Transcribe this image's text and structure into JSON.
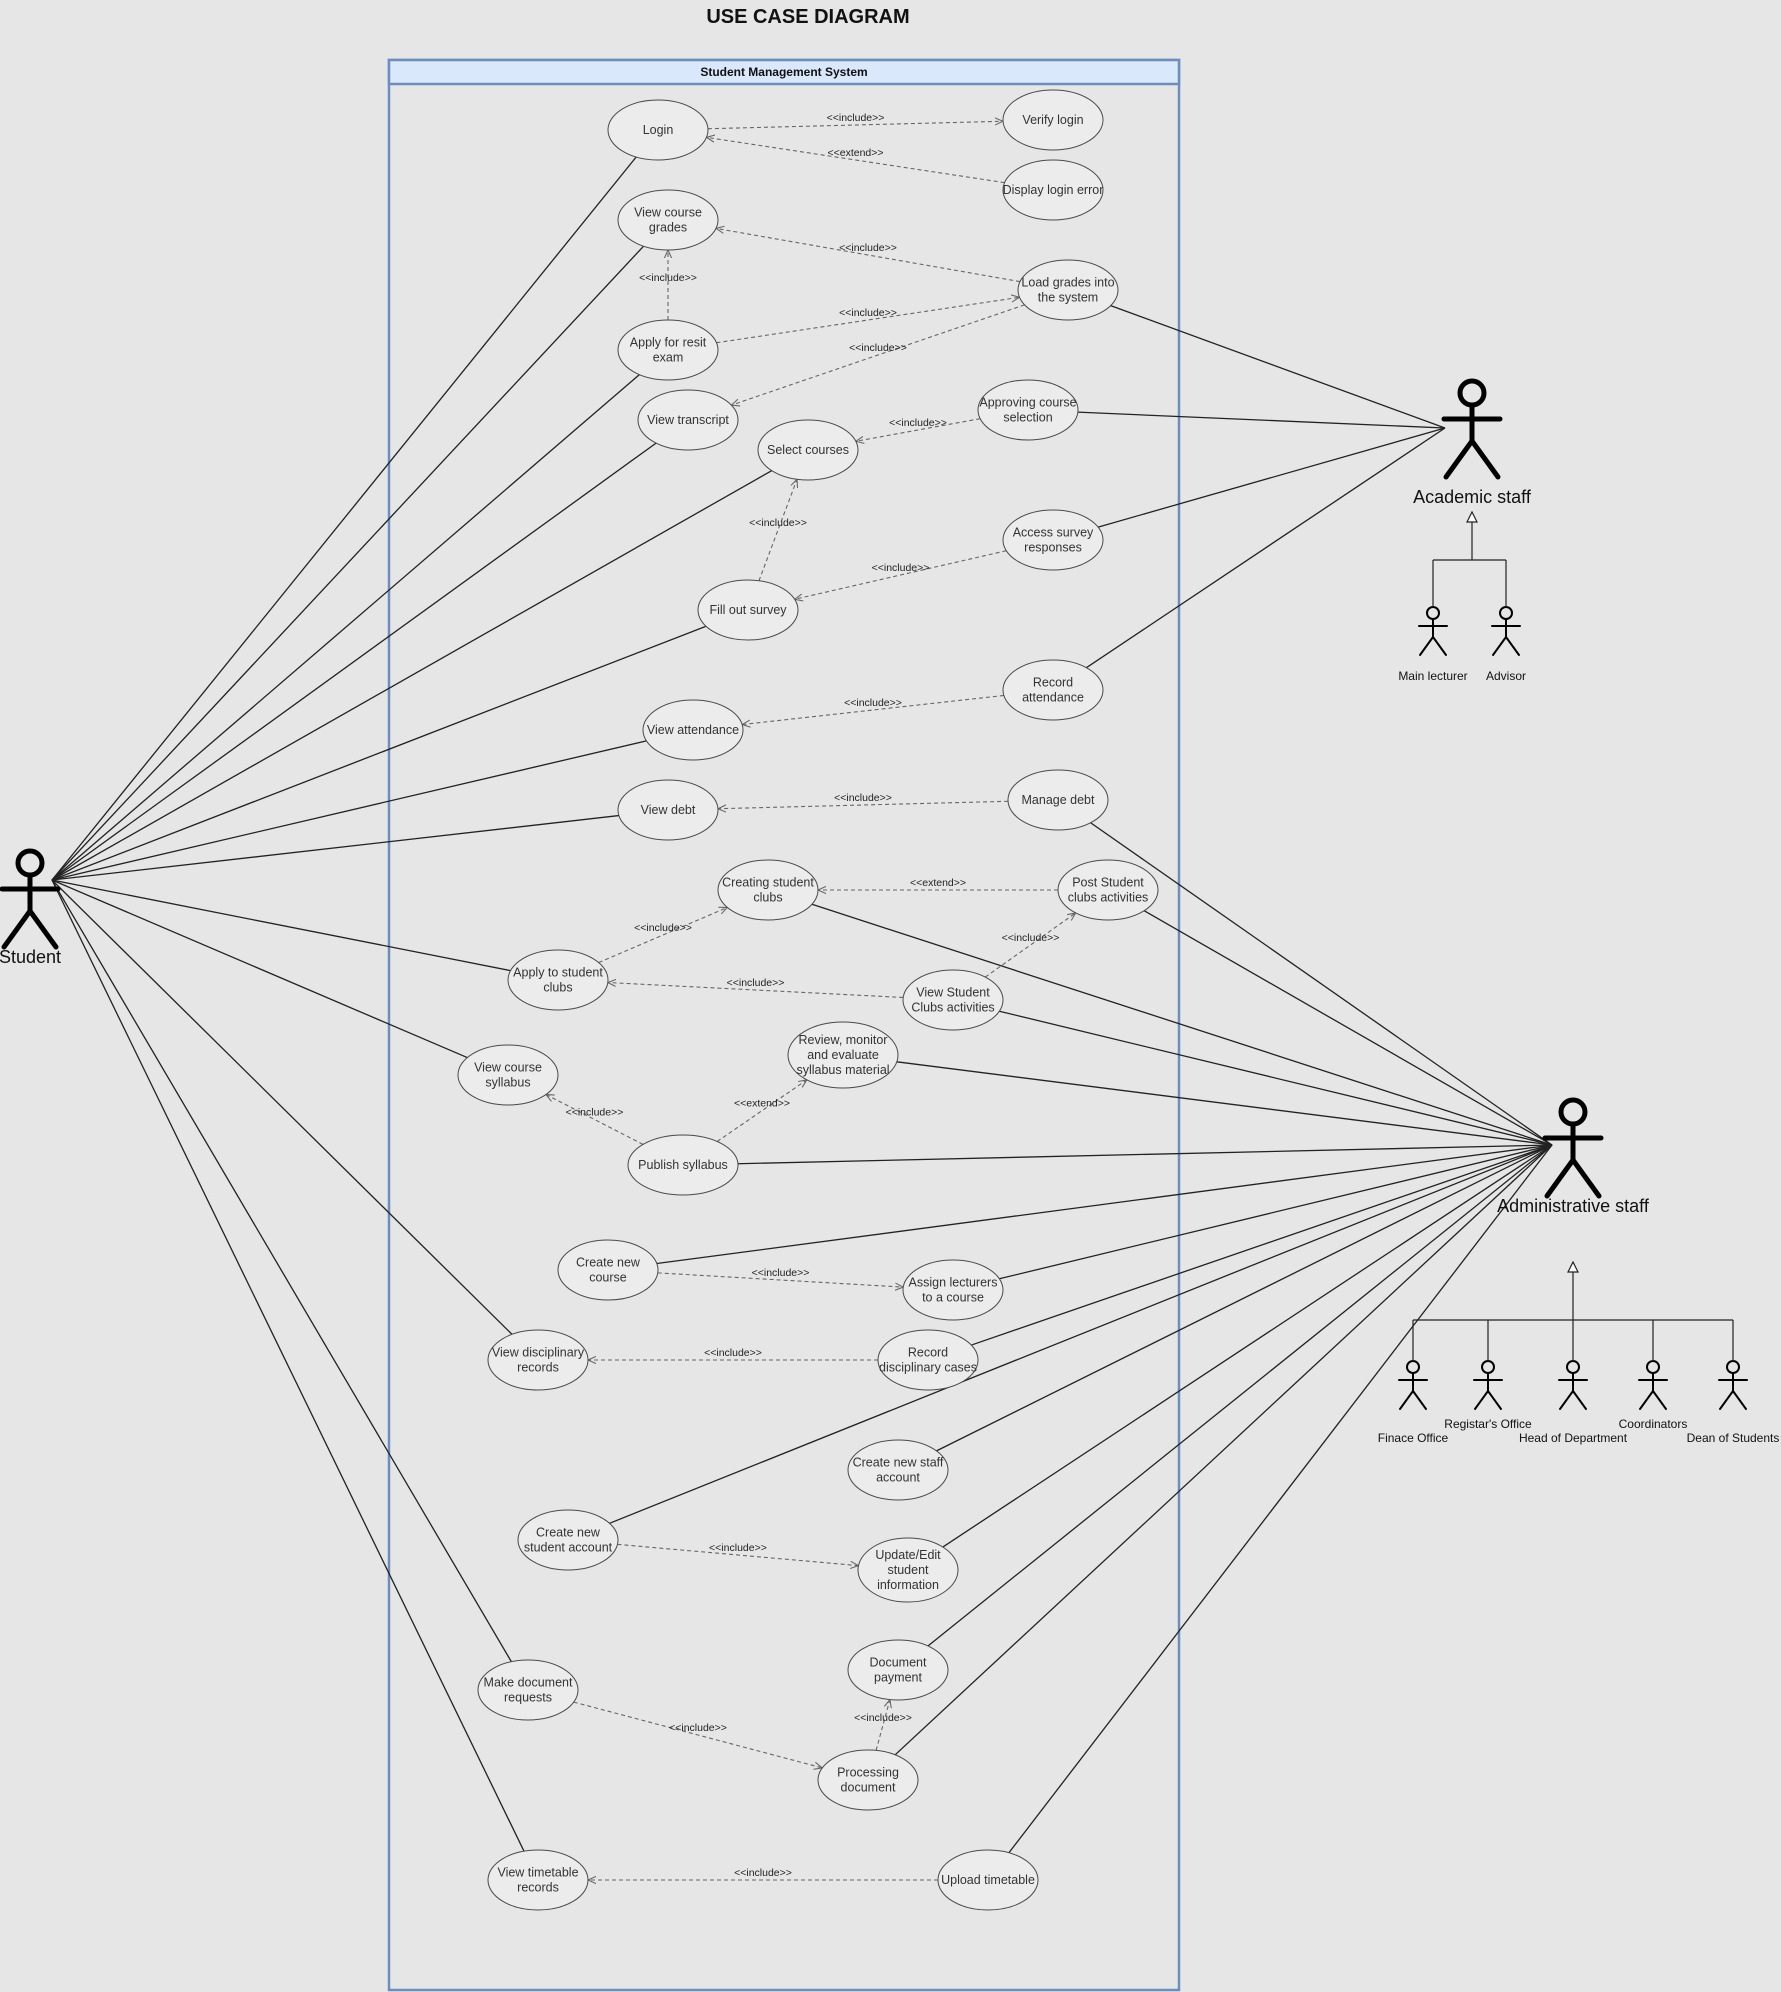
{
  "title": "USE CASE DIAGRAM",
  "system_name": "Student Management System",
  "use_cases": {
    "login": [
      "Login"
    ],
    "verify_login": [
      "Verify login"
    ],
    "display_login_error": [
      "Display login error"
    ],
    "view_course_grades": [
      "View course",
      "grades"
    ],
    "load_grades": [
      "Load grades into",
      "the system"
    ],
    "apply_resit": [
      "Apply for resit",
      "exam"
    ],
    "view_transcript": [
      "View transcript"
    ],
    "approving_course": [
      "Approving course",
      "selection"
    ],
    "select_courses": [
      "Select courses"
    ],
    "access_survey": [
      "Access survey",
      "responses"
    ],
    "fill_survey": [
      "Fill out survey"
    ],
    "record_attendance": [
      "Record",
      "attendance"
    ],
    "view_attendance": [
      "View attendance"
    ],
    "view_debt": [
      "View debt"
    ],
    "manage_debt": [
      "Manage debt"
    ],
    "creating_clubs": [
      "Creating student",
      "clubs"
    ],
    "post_club_activities": [
      "Post Student",
      "clubs activities"
    ],
    "apply_clubs": [
      "Apply to student",
      "clubs"
    ],
    "view_club_activities": [
      "View Student",
      "Clubs activities"
    ],
    "review_syllabus": [
      "Review, monitor",
      "and evaluate",
      "syllabus material"
    ],
    "view_syllabus": [
      "View course",
      "syllabus"
    ],
    "publish_syllabus": [
      "Publish syllabus"
    ],
    "create_course": [
      "Create new",
      "course"
    ],
    "assign_lecturers": [
      "Assign lecturers",
      "to a course"
    ],
    "view_disciplinary": [
      "View disciplinary",
      "records"
    ],
    "record_disciplinary": [
      "Record",
      "disciplinary cases"
    ],
    "create_staff": [
      "Create new staff",
      "account"
    ],
    "create_student": [
      "Create new",
      "student account"
    ],
    "update_student": [
      "Update/Edit",
      "student",
      "information"
    ],
    "document_payment": [
      "Document",
      "payment"
    ],
    "make_doc_requests": [
      "Make document",
      "requests"
    ],
    "processing_doc": [
      "Processing",
      "document"
    ],
    "view_timetable": [
      "View timetable",
      "records"
    ],
    "upload_timetable": [
      "Upload timetable"
    ]
  },
  "relationships": [
    {
      "from": "login",
      "to": "verify_login",
      "label": "<<include>>"
    },
    {
      "from": "display_login_error",
      "to": "login",
      "label": "<<extend>>"
    },
    {
      "from": "load_grades",
      "to": "view_course_grades",
      "label": "<<include>>"
    },
    {
      "from": "apply_resit",
      "to": "view_course_grades",
      "label": "<<include>>"
    },
    {
      "from": "apply_resit",
      "to": "load_grades",
      "label": "<<include>>"
    },
    {
      "from": "load_grades",
      "to": "view_transcript",
      "label": "<<include>>"
    },
    {
      "from": "approving_course",
      "to": "select_courses",
      "label": "<<include>>"
    },
    {
      "from": "fill_survey",
      "to": "select_courses",
      "label": "<<include>>"
    },
    {
      "from": "access_survey",
      "to": "fill_survey",
      "label": "<<include>>"
    },
    {
      "from": "record_attendance",
      "to": "view_attendance",
      "label": "<<include>>"
    },
    {
      "from": "manage_debt",
      "to": "view_debt",
      "label": "<<include>>"
    },
    {
      "from": "post_club_activities",
      "to": "creating_clubs",
      "label": "<<extend>>"
    },
    {
      "from": "apply_clubs",
      "to": "creating_clubs",
      "label": "<<include>>"
    },
    {
      "from": "view_club_activities",
      "to": "post_club_activities",
      "label": "<<include>>"
    },
    {
      "from": "view_club_activities",
      "to": "apply_clubs",
      "label": "<<include>>"
    },
    {
      "from": "publish_syllabus",
      "to": "view_syllabus",
      "label": "<<include>>"
    },
    {
      "from": "publish_syllabus",
      "to": "review_syllabus",
      "label": "<<extend>>"
    },
    {
      "from": "create_course",
      "to": "assign_lecturers",
      "label": "<<include>>"
    },
    {
      "from": "record_disciplinary",
      "to": "view_disciplinary",
      "label": "<<include>>"
    },
    {
      "from": "create_student",
      "to": "update_student",
      "label": "<<include>>"
    },
    {
      "from": "make_doc_requests",
      "to": "processing_doc",
      "label": "<<include>>"
    },
    {
      "from": "processing_doc",
      "to": "document_payment",
      "label": "<<include>>"
    },
    {
      "from": "upload_timetable",
      "to": "view_timetable",
      "label": "<<include>>"
    }
  ],
  "actors": {
    "student": "Student",
    "academic_staff": "Academic  staff",
    "administrative_staff": "Administrative staff",
    "main_lecturer": "Main lecturer",
    "advisor": "Advisor",
    "finance_office": "Finace Office",
    "registrar_office": "Registar's Office",
    "head_of_department": "Head of Department",
    "coordinators": "Coordinators",
    "dean_of_students": "Dean of Students"
  },
  "associations": {
    "student": [
      "login",
      "view_course_grades",
      "apply_resit",
      "view_transcript",
      "select_courses",
      "fill_survey",
      "view_attendance",
      "view_debt",
      "apply_clubs",
      "view_syllabus",
      "view_disciplinary",
      "make_doc_requests",
      "view_timetable"
    ],
    "academic_staff": [
      "load_grades",
      "approving_course",
      "access_survey",
      "record_attendance"
    ],
    "administrative_staff": [
      "manage_debt",
      "creating_clubs",
      "post_club_activities",
      "view_club_activities",
      "review_syllabus",
      "publish_syllabus",
      "create_course",
      "assign_lecturers",
      "record_disciplinary",
      "create_staff",
      "create_student",
      "update_student",
      "document_payment",
      "processing_doc",
      "upload_timetable"
    ]
  },
  "generalizations": {
    "academic_staff": [
      "main_lecturer",
      "advisor"
    ],
    "administrative_staff": [
      "finance_office",
      "registrar_office",
      "head_of_department",
      "coordinators",
      "dean_of_students"
    ]
  }
}
